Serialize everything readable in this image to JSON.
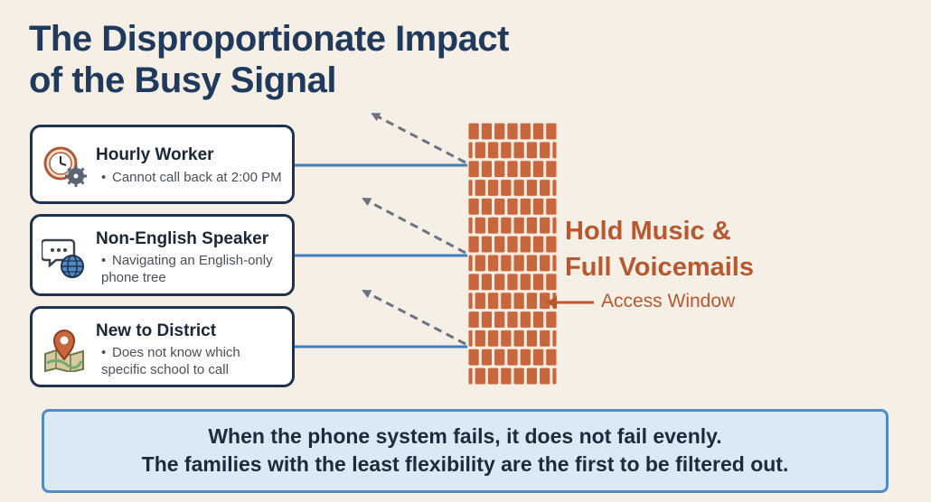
{
  "title": {
    "line1": "The Disproportionate Impact",
    "line2": "of the Busy Signal"
  },
  "cards": [
    {
      "title": "Hourly Worker",
      "desc": [
        "Cannot call back at 2:00 PM"
      ],
      "icon": "clock-gear-icon"
    },
    {
      "title": "Non-English Speaker",
      "desc": [
        "Navigating an English-only",
        "phone tree"
      ],
      "icon": "speech-globe-icon"
    },
    {
      "title": "New to District",
      "desc": [
        "Does not know which",
        "specific school to call"
      ],
      "icon": "map-pin-icon"
    }
  ],
  "wall": {
    "label_line1": "Hold Music &",
    "label_line2": "Full Voicemails",
    "access_label": "Access Window"
  },
  "banner": {
    "line1": "When the phone system fails, it does not fail evenly.",
    "line2": "The families with the least flexibility are the first to be filtered out."
  },
  "colors": {
    "title": "#1f3a5c",
    "card_border": "#1f3250",
    "line": "#3f7fbf",
    "brick": "#c8663e",
    "mortar": "#f4ece0",
    "label": "#b9582e",
    "banner_bg": "#dbe9f5",
    "banner_border": "#4f8cc4"
  }
}
